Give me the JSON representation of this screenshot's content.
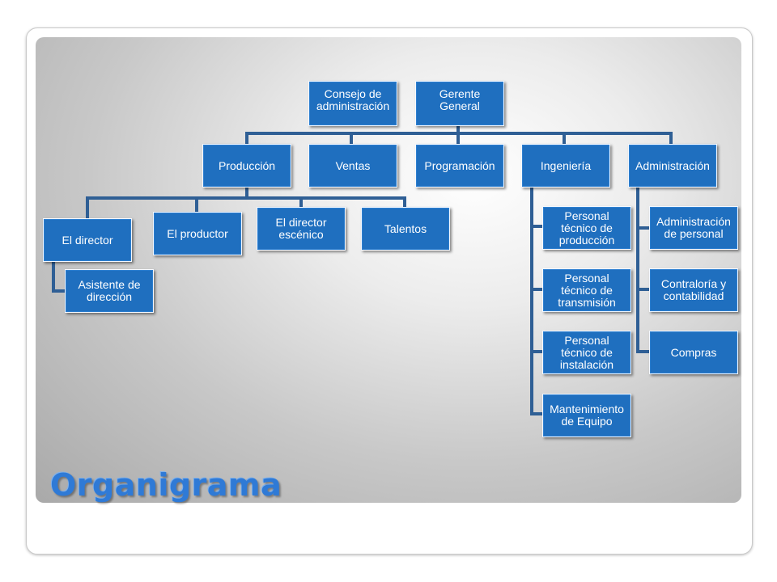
{
  "title": "Organigrama",
  "nodes": {
    "consejo": "Consejo de administración",
    "gerente": "Gerente General",
    "produccion": "Producción",
    "ventas": "Ventas",
    "programacion": "Programación",
    "ingenieria": "Ingeniería",
    "administracion": "Administración",
    "el_director": "El director",
    "asistente": "Asistente de dirección",
    "el_productor": "El productor",
    "director_escenico": "El director escénico",
    "talentos": "Talentos",
    "tec_produccion": "Personal técnico de producción",
    "tec_transmision": "Personal técnico de transmisión",
    "tec_instalacion": "Personal técnico de instalación",
    "mantenimiento": "Mantenimiento de Equipo",
    "admin_personal": "Administración de personal",
    "contraloria": "Contraloría y contabilidad",
    "compras": "Compras"
  },
  "colors": {
    "box_fill": "#1f6fbf",
    "connector": "#2f5f95",
    "title": "#2f7ad6"
  }
}
